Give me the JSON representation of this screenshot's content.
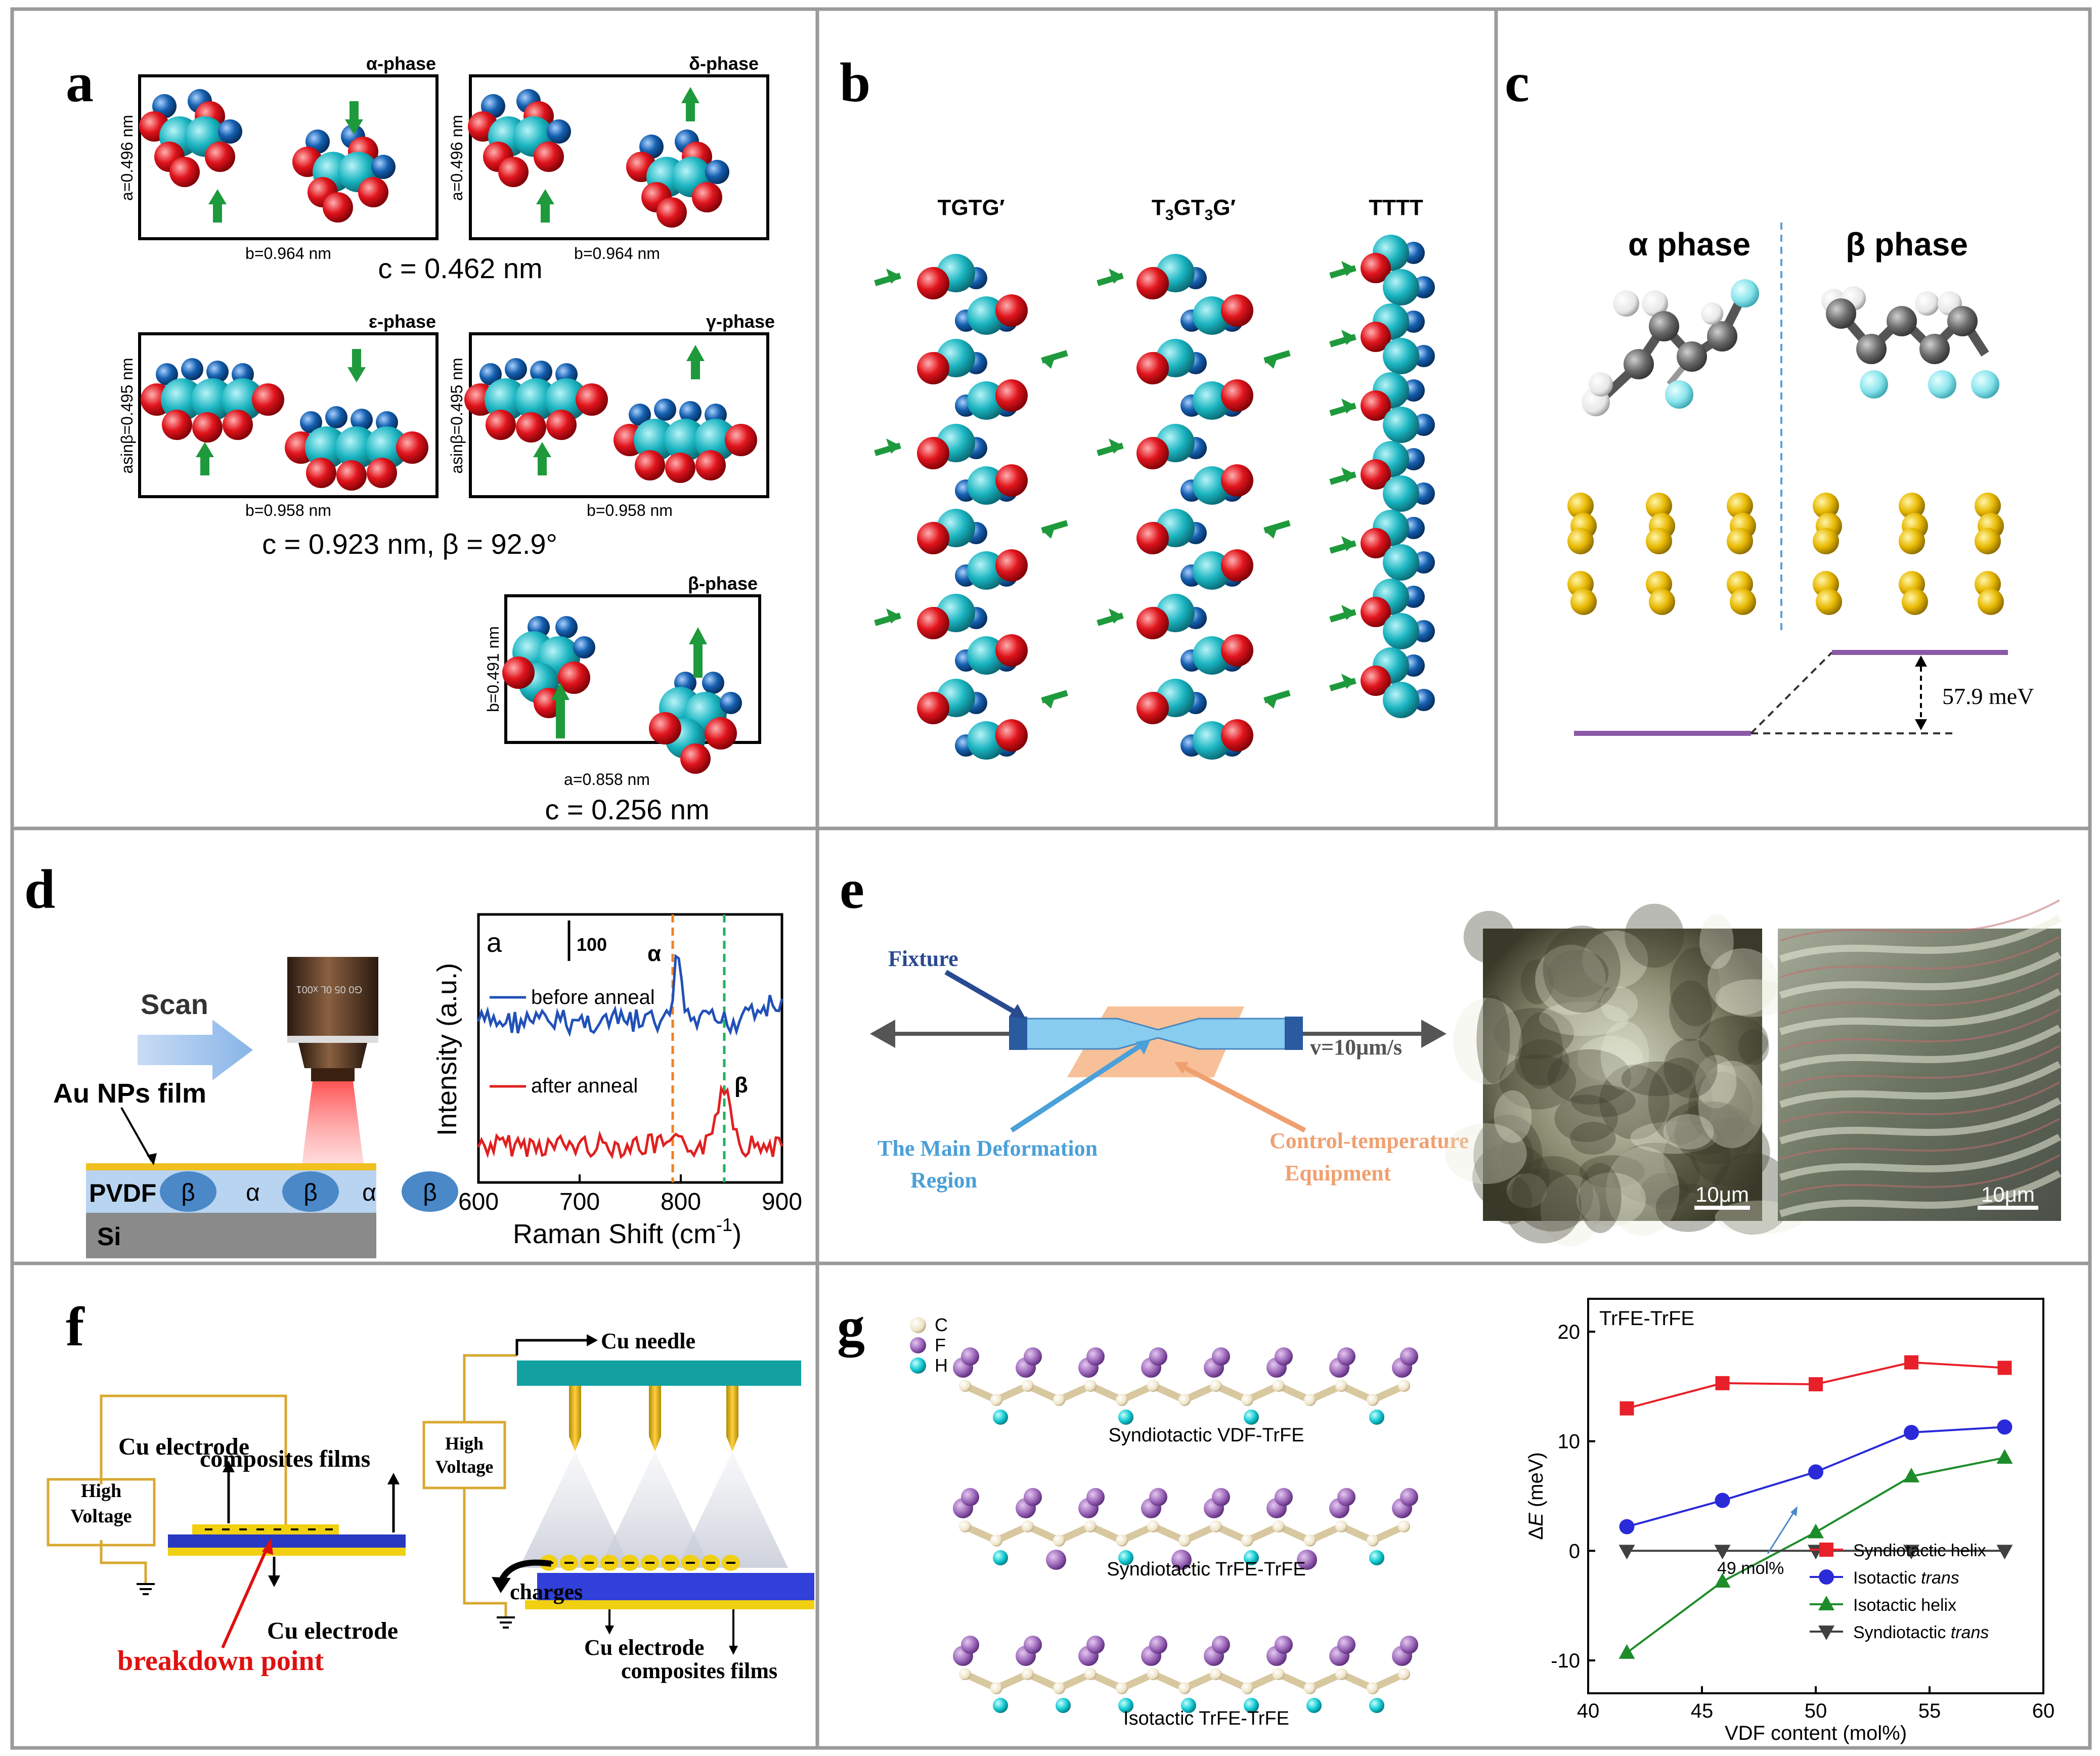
{
  "panels": {
    "a": {
      "label": "a",
      "alpha": {
        "phase": "α-phase",
        "a": "a=0.496 nm",
        "b": "b=0.964 nm"
      },
      "delta": {
        "phase": "δ-phase",
        "a": "a=0.496 nm",
        "b": "b=0.964 nm"
      },
      "c1": "c = 0.462 nm",
      "epsilon": {
        "phase": "ε-phase",
        "a": "asinβ=0.495 nm",
        "b": "b=0.958 nm"
      },
      "gamma": {
        "phase": "γ-phase",
        "a": "asinβ=0.495 nm",
        "b": "b=0.958 nm"
      },
      "c2": "c = 0.923 nm, β = 92.9°",
      "beta": {
        "phase": "β-phase",
        "b": "b=0.491 nm",
        "a": "a=0.858 nm"
      },
      "c3": "c = 0.256 nm"
    },
    "b": {
      "label": "b",
      "conf1": "TGTG′",
      "conf2": "T3GT3G′",
      "conf3": "TTTT"
    },
    "c": {
      "label": "c",
      "alpha": "α phase",
      "beta": "β phase",
      "energy": "57.9 meV"
    },
    "d": {
      "label": "d",
      "scan": "Scan",
      "film": "Au NPs film",
      "pvdf": "PVDF",
      "layers": [
        "β",
        "α",
        "β",
        "α",
        "β"
      ],
      "si": "Si",
      "chart_letter": "a",
      "scalebar": "100",
      "peak_alpha": "α",
      "peak_beta": "β",
      "legend_before": "before anneal",
      "legend_after": "after anneal",
      "ylabel": "Intensity (a.u.)",
      "xlabel": "Raman Shift (cm",
      "xlabel_sup": "-1",
      "xlabel_end": ")",
      "xticks": [
        "600",
        "700",
        "800",
        "900"
      ]
    },
    "e": {
      "label": "e",
      "fixture": "Fixture",
      "speed": "v=10μm/s",
      "deform": "The Main Deformation",
      "deform2": "Region",
      "temp": "Control-temperature",
      "temp2": "Equipment",
      "scale1": "10μm",
      "scale2": "10μm"
    },
    "f": {
      "label": "f",
      "composites_top": "composites films",
      "cu_electrode_top": "Cu electrode",
      "high": "High",
      "voltage": "Voltage",
      "cu_electrode_bottom": "Cu electrode",
      "breakdown": "breakdown point",
      "cu_needle": "Cu needle",
      "charges": "charges",
      "cu_electrode_r": "Cu electrode",
      "composites_r": "composites films"
    },
    "g": {
      "label": "g",
      "legend_c": "C",
      "legend_f": "F",
      "legend_h": "H",
      "chain1": "Syndiotactic VDF-TrFE",
      "chain2": "Syndiotactic TrFE-TrFE",
      "chain3": "Isotactic TrFE-TrFE",
      "annotation": "49 mol%"
    }
  },
  "chart_data": {
    "type": "line",
    "title": "TrFE-TrFE",
    "xlabel": "VDF content (mol%)",
    "ylabel": "ΔE (meV)",
    "xlim": [
      40,
      60
    ],
    "ylim": [
      -13,
      23
    ],
    "xticks": [
      40,
      45,
      50,
      55,
      60
    ],
    "yticks": [
      -10,
      0,
      10,
      20
    ],
    "x": [
      41.7,
      45.9,
      50.0,
      54.2,
      58.3
    ],
    "series": [
      {
        "name": "Syndiotactic helix",
        "color": "#e8202a",
        "marker": "square",
        "values": [
          13.0,
          15.3,
          15.2,
          17.2,
          16.7
        ]
      },
      {
        "name": "Isotactic trans",
        "color": "#2a2ad8",
        "marker": "circle",
        "values": [
          2.2,
          4.6,
          7.2,
          10.8,
          11.3
        ]
      },
      {
        "name": "Isotactic helix",
        "color": "#1e8c2a",
        "marker": "triangle-up",
        "values": [
          -9.3,
          -2.8,
          1.7,
          6.8,
          8.5
        ]
      },
      {
        "name": "Syndiotactic trans",
        "color": "#404040",
        "marker": "triangle-down",
        "values": [
          0,
          0,
          0,
          0,
          0
        ]
      }
    ],
    "legend_position": "bottom-right"
  },
  "colors": {
    "carbon": "#1fb5c0",
    "fluorine": "#e0141c",
    "hydrogen": "#1560b0",
    "arrow": "#1e9a3c",
    "gold": "#e8b800",
    "purple": "#8a5aa8"
  }
}
